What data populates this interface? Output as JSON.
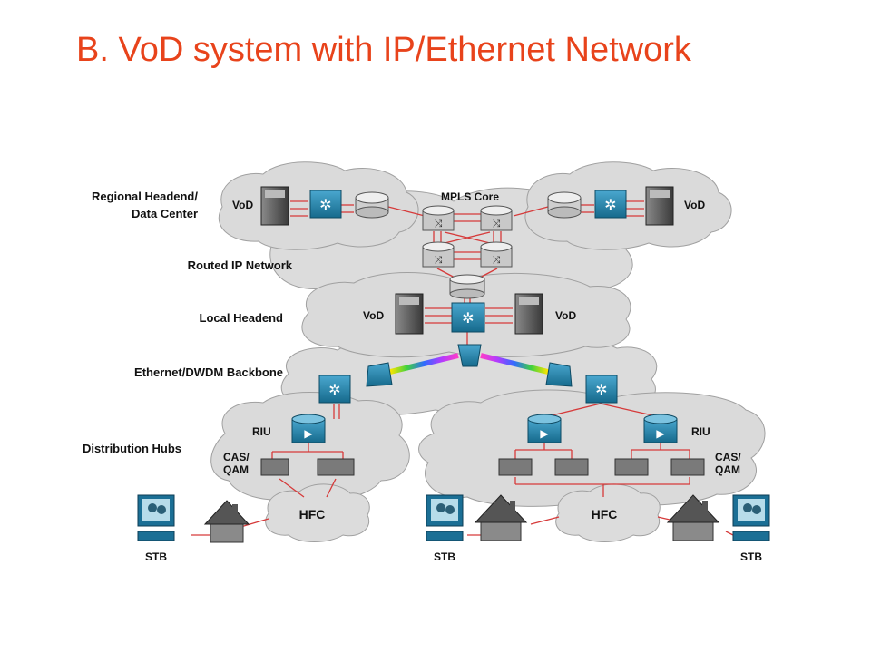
{
  "title": "B. VoD system with IP/Ethernet Network",
  "colors": {
    "title": "#e8431b",
    "link": "#d63a3a",
    "cloud": "#d9d9d9",
    "cloud_stroke": "#9a9a9a",
    "device": "#1f7fa6"
  },
  "layers": {
    "regional": "Regional Headend/",
    "regional2": "Data Center",
    "routed": "Routed IP Network",
    "local": "Local Headend",
    "backbone": "Ethernet/DWDM Backbone",
    "hubs": "Distribution Hubs"
  },
  "labels": {
    "mpls": "MPLS Core",
    "vod": "VoD",
    "riu": "RIU",
    "cas": "CAS/",
    "qam": "QAM",
    "hfc": "HFC",
    "stb": "STB"
  }
}
